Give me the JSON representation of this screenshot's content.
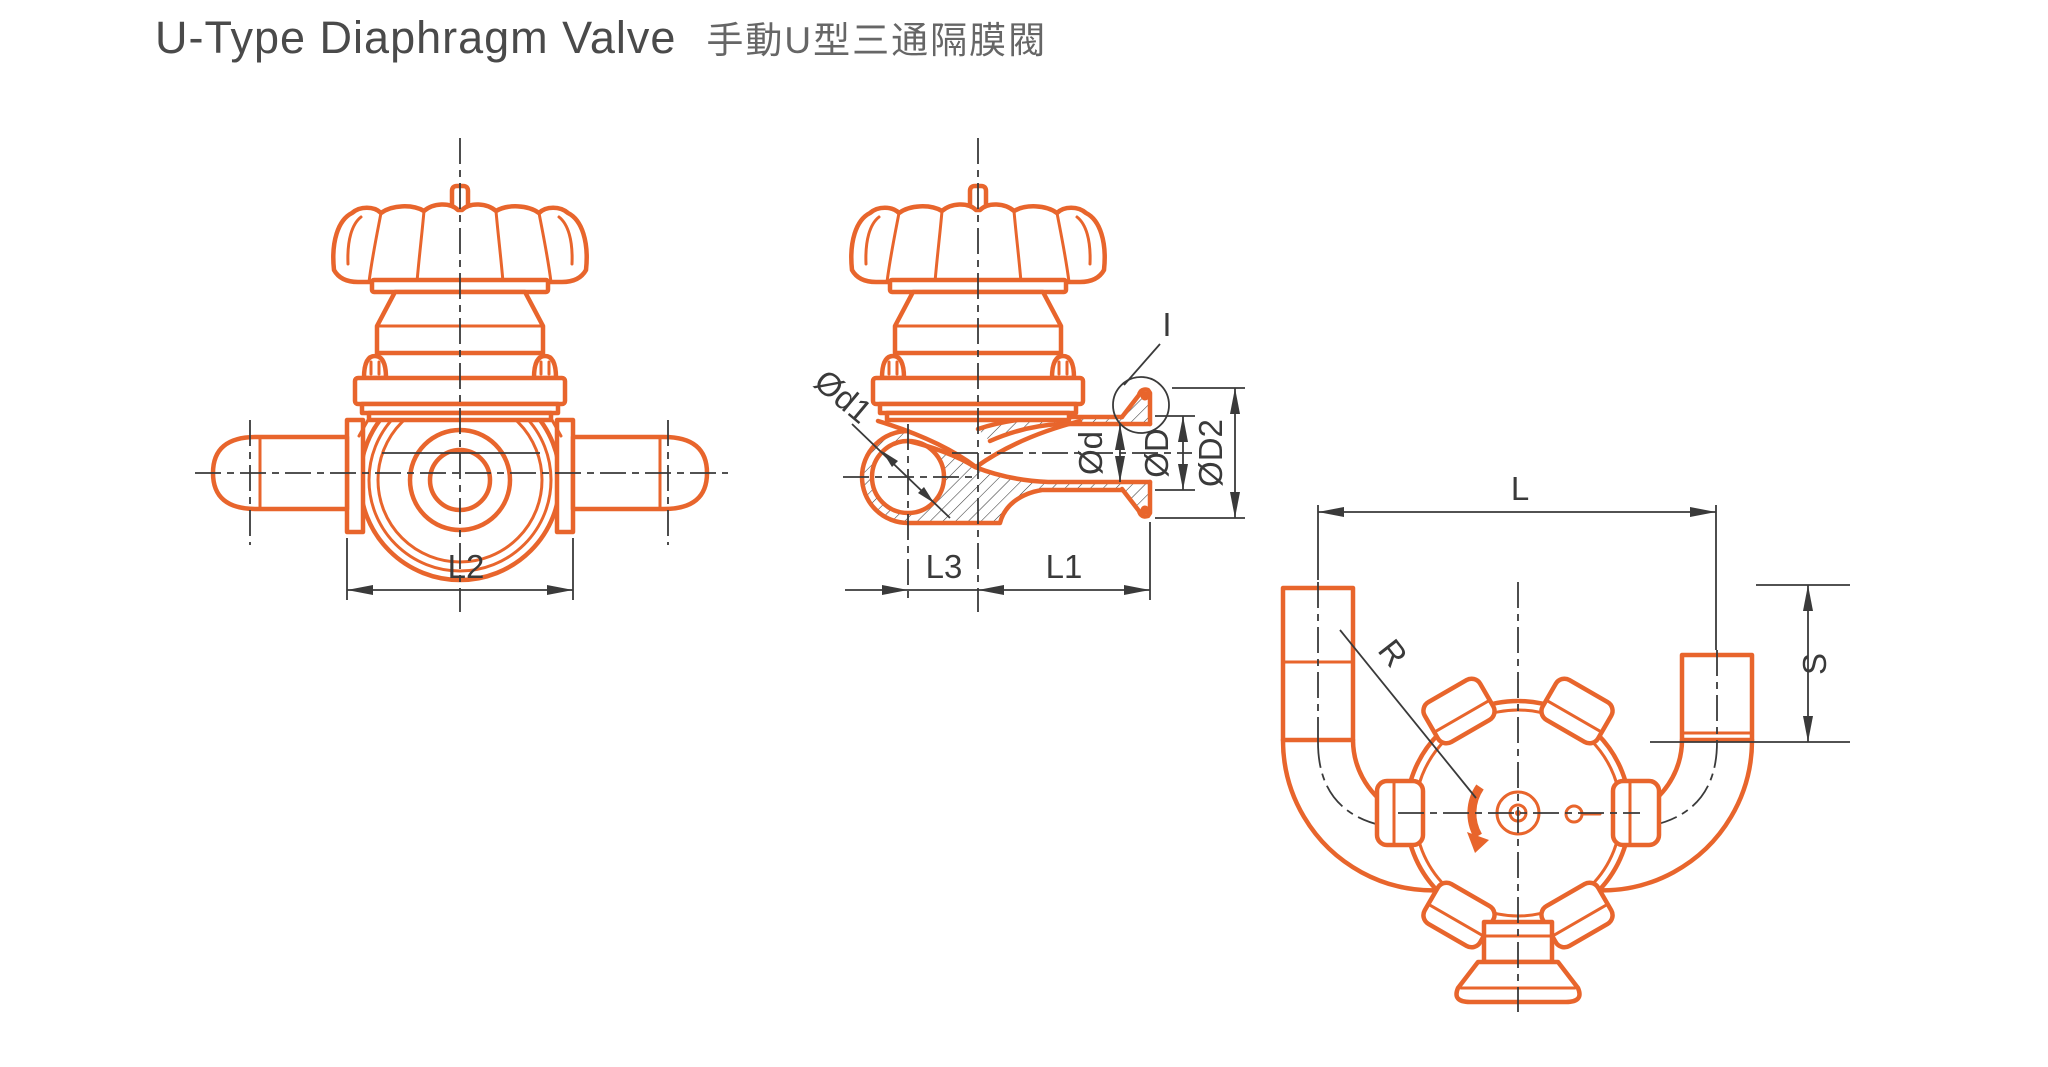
{
  "title": {
    "en": "U-Type Diaphragm Valve",
    "zh": "手動U型三通隔膜閥"
  },
  "labels": {
    "l2": "L2",
    "od1": "Ød1",
    "od": "Ød",
    "oD": "ØD",
    "oD2": "ØD2",
    "detail": "I",
    "l3": "L3",
    "l1": "L1",
    "l": "L",
    "r": "R",
    "s": "S"
  },
  "colors": {
    "line": "#E8652C",
    "dimension": "#3A3A3A",
    "title_en": "#4A4A4A",
    "title_zh": "#666666",
    "background": "#FFFFFF"
  }
}
